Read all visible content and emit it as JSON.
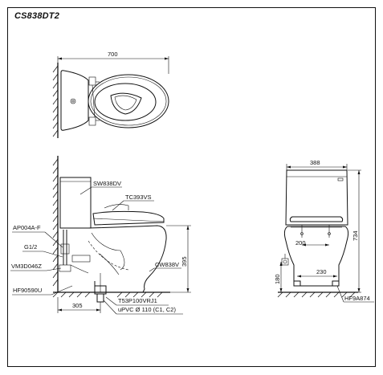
{
  "model": "CS838DT2",
  "dimensions": {
    "top_width": "700",
    "side_wall_to_center": "305",
    "side_height": "395",
    "front_width": "388",
    "front_height": "734",
    "front_floor_gap": "200",
    "front_outlet": "230",
    "front_inlet_height": "180"
  },
  "parts": {
    "tank": "SW838DV",
    "seat": "TC393VS",
    "bowl": "CW838V",
    "valve_assy": "AP004A-F",
    "supply": "G1/2",
    "angle_valve": "VM3D046Z",
    "floor_flange": "HF90590U",
    "trap": "T53P100VRJ1",
    "pipe": "uPVC Ø 110 (C1, C2)",
    "anchor": "HF9A874"
  },
  "colors": {
    "line": "#111111",
    "background": "#ffffff"
  }
}
